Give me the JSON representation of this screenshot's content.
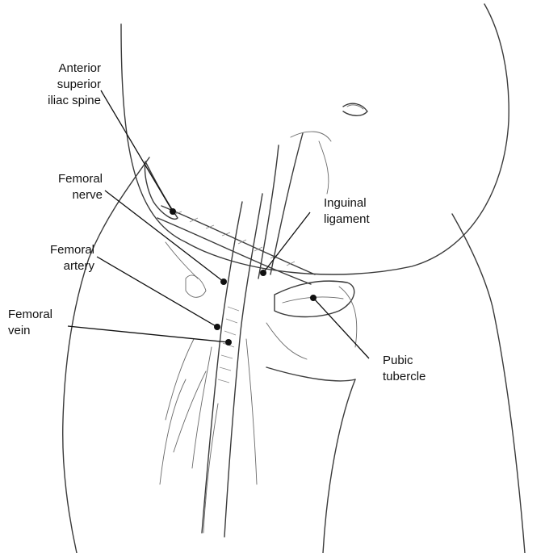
{
  "labels": {
    "asis": [
      "Anterior",
      "superior",
      "iliac spine"
    ],
    "femoral_nerve": [
      "Femoral",
      "nerve"
    ],
    "femoral_artery": [
      "Femoral",
      "artery"
    ],
    "femoral_vein": [
      "Femoral",
      "vein"
    ],
    "inguinal_ligament": [
      "Inguinal",
      "ligament"
    ],
    "pubic_tubercle": [
      "Pubic",
      "tubercle"
    ]
  },
  "colors": {
    "ink": "#111111",
    "sketch": "#3a3a3a",
    "background": "#ffffff"
  }
}
